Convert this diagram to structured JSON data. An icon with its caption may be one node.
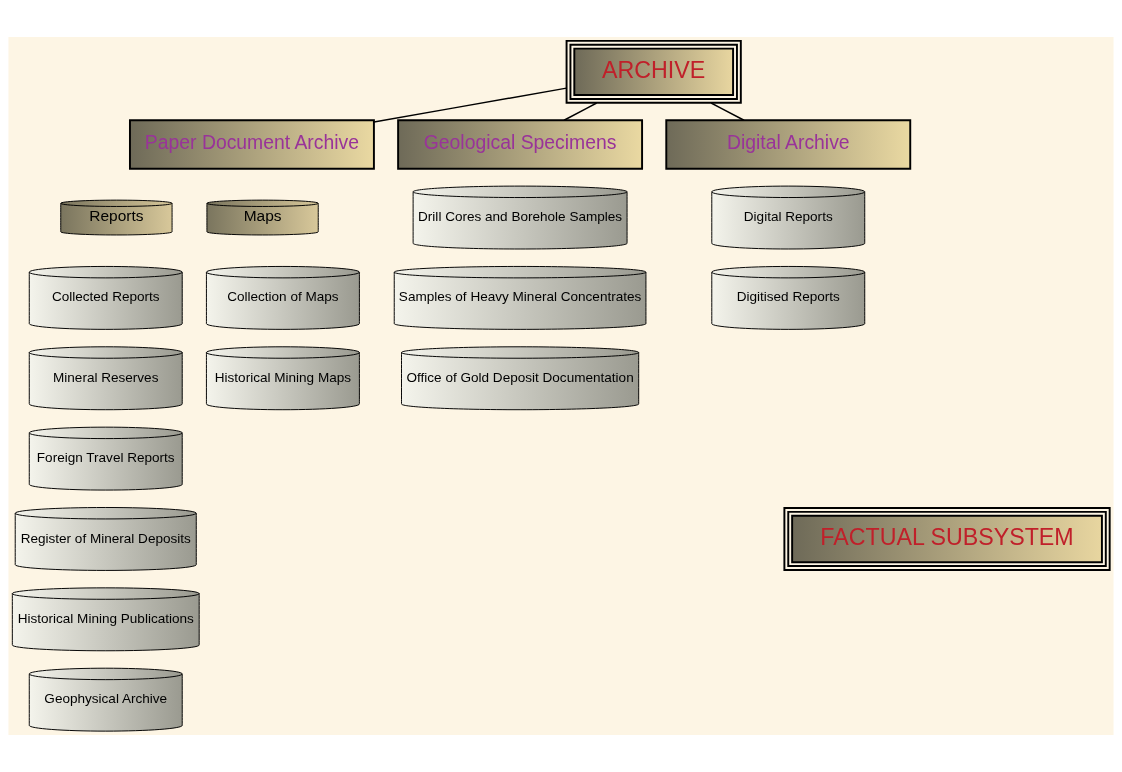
{
  "diagram": {
    "nodes": [
      {
        "text": [
          "ARCHIVE"
        ]
      },
      {
        "text": [
          "Paper Document Archive"
        ]
      },
      {
        "text": [
          "Geological Specimens"
        ]
      },
      {
        "text": [
          "Digital Archive"
        ]
      },
      {
        "text": [
          "Reports"
        ]
      },
      {
        "text": [
          "Collected Reports"
        ]
      },
      {
        "text": [
          "Mineral Reserves"
        ]
      },
      {
        "text": [
          "Foreign Travel Reports"
        ]
      },
      {
        "text": [
          "Register of Mineral Deposits"
        ]
      },
      {
        "text": [
          "Historical Mining Publications"
        ]
      },
      {
        "text": [
          "Geophysical Archive"
        ]
      },
      {
        "text": [
          "Maps"
        ]
      },
      {
        "text": [
          "Collection of Maps"
        ]
      },
      {
        "text": [
          "Historical Mining Maps"
        ]
      },
      {
        "text": [
          "Drill Cores and Borehole Samples"
        ]
      },
      {
        "text": [
          "Samples of Heavy Mineral Concentrates"
        ]
      },
      {
        "text": [
          "Office of Gold Deposit Documentation"
        ]
      },
      {
        "text": [
          "Digital Reports"
        ]
      },
      {
        "text": [
          "Digitised Reports"
        ]
      },
      {
        "text": [
          "FACTUAL SUBSYSTEM"
        ]
      }
    ],
    "edges": [
      {
        "from": 0,
        "to": 1,
        "arrow": "none"
      },
      {
        "from": 0,
        "to": 2,
        "arrow": "none"
      },
      {
        "from": 0,
        "to": 3,
        "arrow": "none"
      }
    ]
  }
}
